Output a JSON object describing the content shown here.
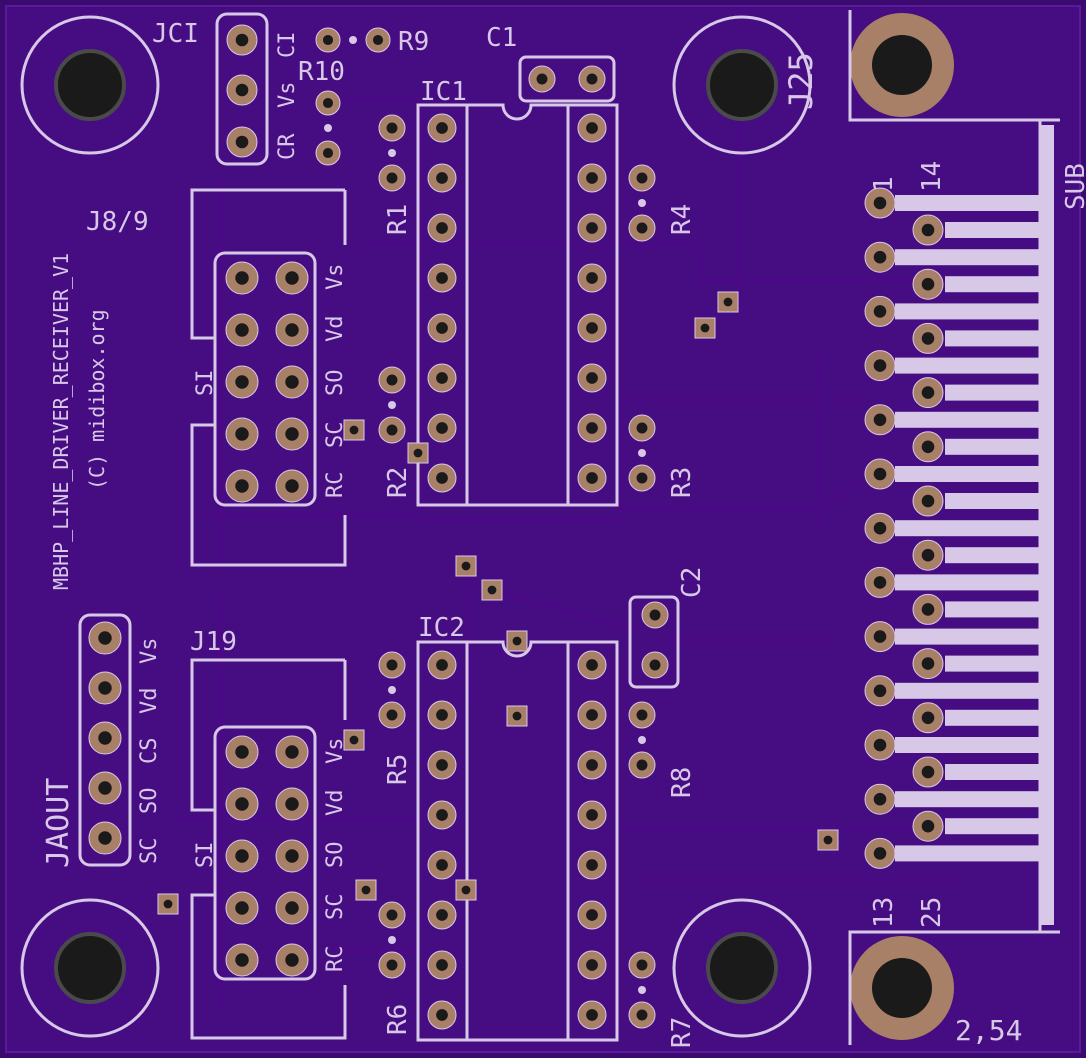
{
  "board": {
    "name": "MBHP_LINE_DRIVER_RECEIVER_V1",
    "copyright": "(C) midibox.org",
    "colors": {
      "substrate": "#3b0a6e",
      "copper": "#4a0c88",
      "silk": "#d8c8e8",
      "pad": "#a88068",
      "hole": "#1a1a1a"
    }
  },
  "labels": {
    "jci": "JCI",
    "r9": "R9",
    "r10": "R10",
    "c1": "C1",
    "ic1": "IC1",
    "j25": "J25",
    "r1": "R1",
    "r4": "R4",
    "j89": "J8/9",
    "r2": "R2",
    "r3": "R3",
    "c2": "C2",
    "ic2": "IC2",
    "j19": "J19",
    "r5": "R5",
    "r8": "R8",
    "jaout": "JAOUT",
    "r6": "R6",
    "r7": "R7",
    "pin1": "1",
    "pin14": "14",
    "pin13": "13",
    "pin25": "25",
    "pitch": "2,54",
    "partial_edge": "SUB",
    "jci_pins": [
      "CI",
      "Vs",
      "CR"
    ],
    "j89_pins": [
      "Vs",
      "Vd",
      "SO",
      "SC",
      "RC"
    ],
    "j89_side": "SI",
    "j19_pins": [
      "Vs",
      "Vd",
      "SO",
      "SC",
      "RC"
    ],
    "j19_side": "SI",
    "jaout_pins": [
      "Vs",
      "Vd",
      "CS",
      "SO",
      "SC"
    ]
  }
}
